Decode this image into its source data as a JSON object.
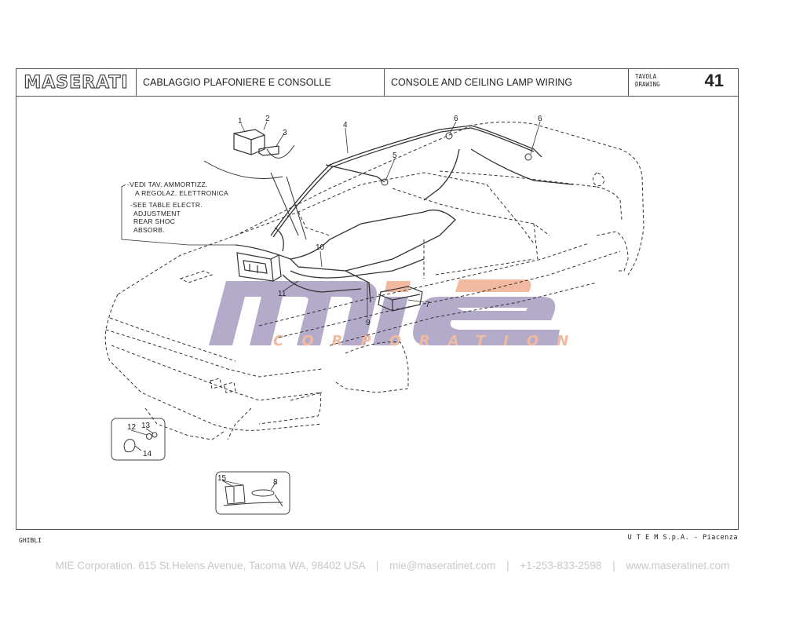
{
  "header": {
    "brand": "MASERATI",
    "title_it": "CABLAGGIO PLAFONIERE E CONSOLLE",
    "title_en": "CONSOLE AND CEILING LAMP WIRING",
    "drawing_label_it": "TAVOLA",
    "drawing_label_en": "DRAWING",
    "drawing_number": "41"
  },
  "notes": {
    "it_line1": "-VEDI TAV. AMMORTIZZ.",
    "it_line2": "A REGOLAZ. ELETTRONICA",
    "en_line1": "-SEE TABLE ELECTR.",
    "en_line2": "ADJUSTMENT",
    "en_line3": "REAR SHOC",
    "en_line4": "ABSORB."
  },
  "callouts": [
    "1",
    "2",
    "3",
    "4",
    "5",
    "6",
    "6",
    "7",
    "8",
    "9",
    "10",
    "11",
    "12",
    "13",
    "14",
    "15"
  ],
  "watermark": {
    "text_main": "mie",
    "text_sub": "CORPORATION",
    "color_main": "#b3abc9",
    "color_accent": "#f0b9a0"
  },
  "sheet_footer": {
    "model_code": "GHIBLI",
    "publisher": "U T E M  S.p.A. - Piacenza"
  },
  "page_footer": {
    "address": "MIE Corporation. 615 St.Helens Avenue, Tacoma WA, 98402 USA",
    "email": "mie@maseratinet.com",
    "phone": "+1-253-833-2598",
    "website": "www.maseratinet.com",
    "separator": "|"
  }
}
